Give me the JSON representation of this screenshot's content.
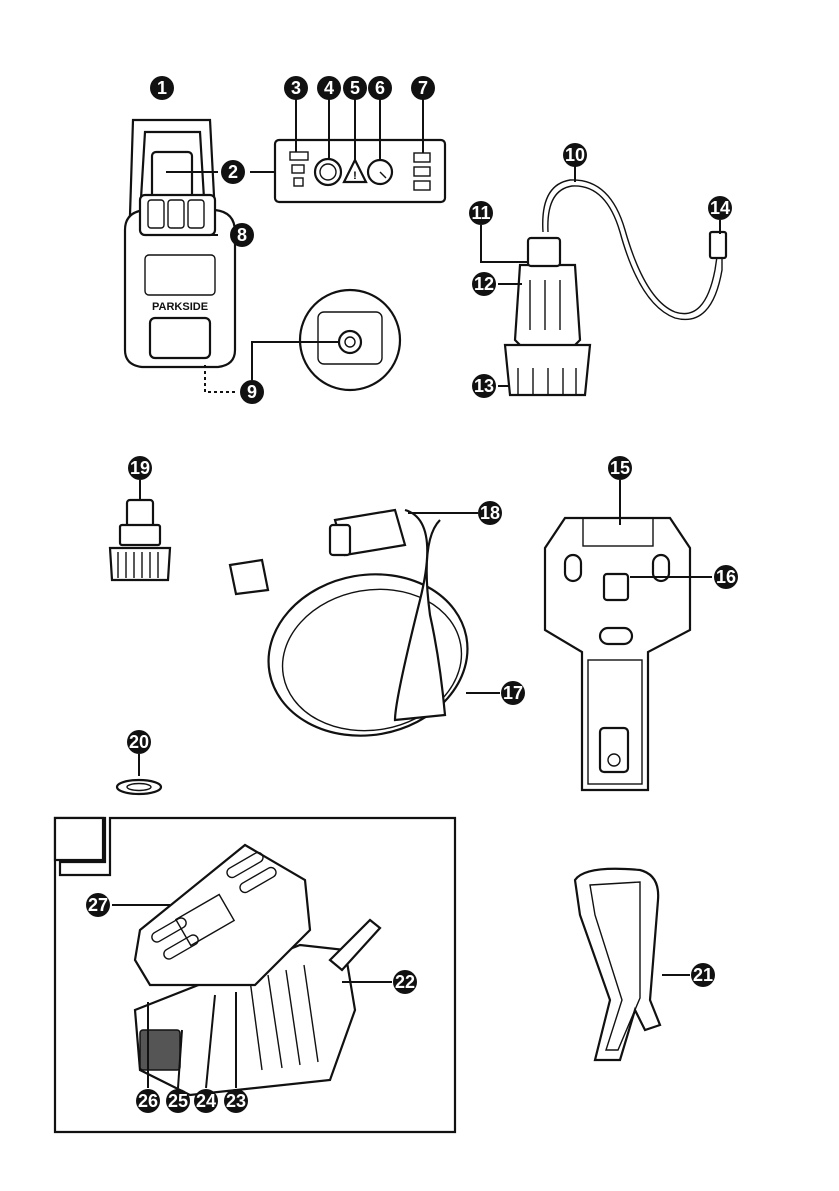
{
  "callouts": [
    "1",
    "2",
    "3",
    "4",
    "5",
    "6",
    "7",
    "8",
    "9",
    "10",
    "11",
    "12",
    "13",
    "14",
    "15",
    "16",
    "17",
    "18",
    "19",
    "20",
    "21",
    "22",
    "23",
    "24",
    "25",
    "26",
    "27"
  ],
  "brand_text": "PARKSIDE",
  "section_label": "",
  "icons": {
    "warning": "warning-triangle-icon",
    "gauge": "pressure-gauge-icon",
    "power": "power-button-icon"
  }
}
